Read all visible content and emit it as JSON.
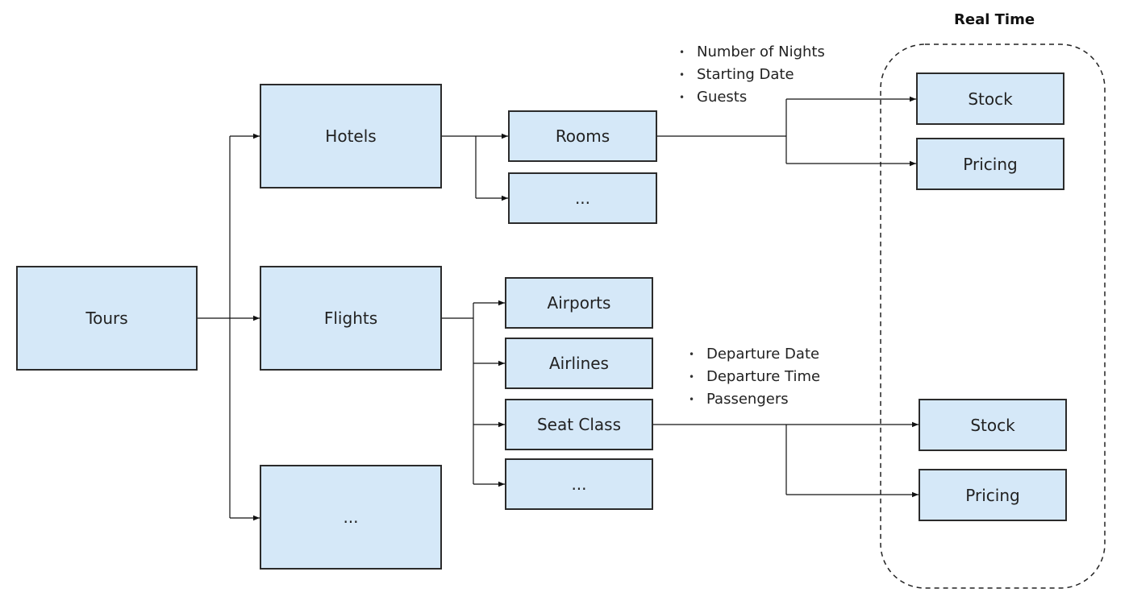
{
  "group": {
    "title": "Real Time"
  },
  "nodes": {
    "tours": "Tours",
    "hotels": "Hotels",
    "flights": "Flights",
    "tours_more": "...",
    "rooms": "Rooms",
    "hotels_more": "...",
    "airports": "Airports",
    "airlines": "Airlines",
    "seat_class": "Seat Class",
    "flights_more": "...",
    "rooms_stock": "Stock",
    "rooms_pricing": "Pricing",
    "seat_stock": "Stock",
    "seat_pricing": "Pricing"
  },
  "rooms_params": [
    "Number of Nights",
    "Starting Date",
    "Guests"
  ],
  "seat_params": [
    "Departure Date",
    "Departure Time",
    "Passengers"
  ]
}
